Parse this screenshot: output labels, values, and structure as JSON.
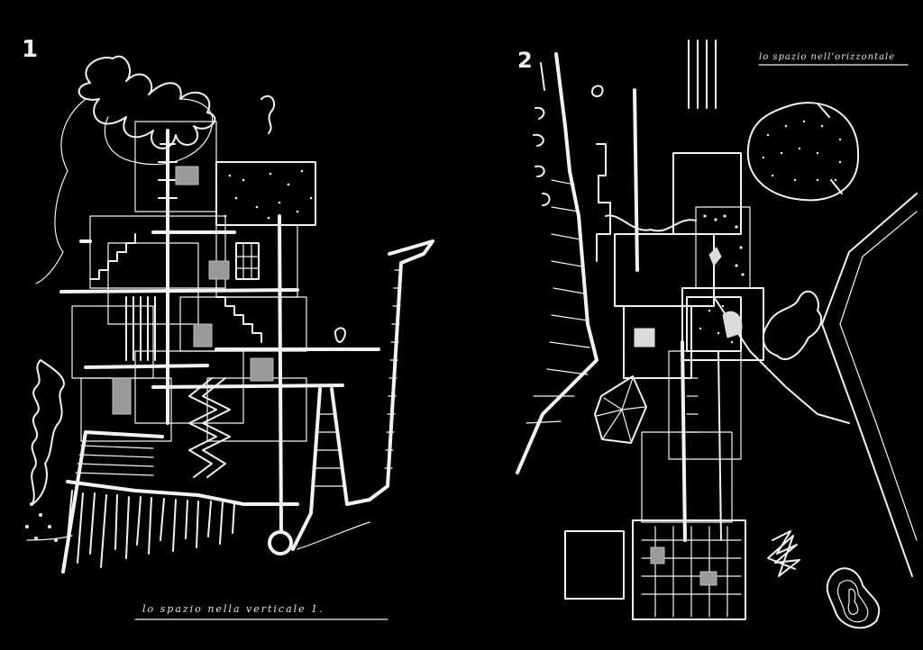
{
  "panels": [
    {
      "number": "1",
      "caption": "lo spazio nella verticale  1."
    },
    {
      "number": "2",
      "caption": "lo spazio nell'orizzontale"
    }
  ],
  "colors": {
    "background": "#000000",
    "ink": "#f2f2f2"
  }
}
